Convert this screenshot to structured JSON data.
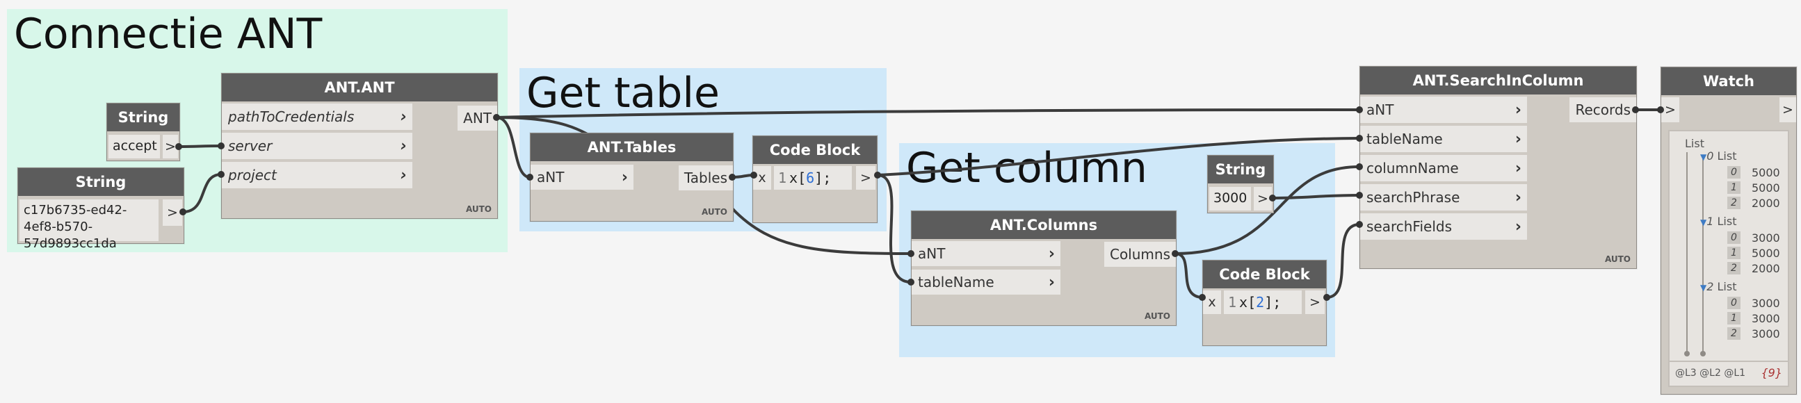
{
  "groups": {
    "connectie": "Connectie ANT",
    "get_table": "Get table",
    "get_column": "Get column"
  },
  "string_accept": {
    "header": "String",
    "value": "accept",
    "arrow": ">"
  },
  "string_guid": {
    "header": "String",
    "value": "c17b6735-ed42-4ef8-b570-57d9893cc1da",
    "arrow": ">"
  },
  "ant_ant": {
    "header": "ANT.ANT",
    "inputs": [
      "pathToCredentials",
      "server",
      "project"
    ],
    "output": "ANT",
    "auto": "AUTO"
  },
  "ant_tables": {
    "header": "ANT.Tables",
    "input": "aNT",
    "output": "Tables",
    "auto": "AUTO"
  },
  "code_block_6": {
    "header": "Code Block",
    "x": "x",
    "line": "1",
    "code_pre": "x[",
    "code_num": "6",
    "code_post": "];",
    "arrow": ">"
  },
  "ant_columns": {
    "header": "ANT.Columns",
    "inputs": [
      "aNT",
      "tableName"
    ],
    "output": "Columns",
    "auto": "AUTO"
  },
  "string_3000": {
    "header": "String",
    "value": "3000",
    "arrow": ">"
  },
  "code_block_2": {
    "header": "Code Block",
    "x": "x",
    "line": "1",
    "code_pre": "x[",
    "code_num": "2",
    "code_post": "];",
    "arrow": ">"
  },
  "ant_search": {
    "header": "ANT.SearchInColumn",
    "inputs": [
      "aNT",
      "tableName",
      "columnName",
      "searchPhrase",
      "searchFields"
    ],
    "output": "Records",
    "auto": "AUTO"
  },
  "watch": {
    "header": "Watch",
    "in_arrow": ">",
    "out_arrow": ">",
    "root": "List",
    "sublists": [
      {
        "index": "0",
        "label": "List",
        "items": [
          {
            "i": "0",
            "v": "5000"
          },
          {
            "i": "1",
            "v": "5000"
          },
          {
            "i": "2",
            "v": "2000"
          }
        ]
      },
      {
        "index": "1",
        "label": "List",
        "items": [
          {
            "i": "0",
            "v": "3000"
          },
          {
            "i": "1",
            "v": "5000"
          },
          {
            "i": "2",
            "v": "2000"
          }
        ]
      },
      {
        "index": "2",
        "label": "List",
        "items": [
          {
            "i": "0",
            "v": "3000"
          },
          {
            "i": "1",
            "v": "3000"
          },
          {
            "i": "2",
            "v": "3000"
          }
        ]
      }
    ],
    "levels": "@L3 @L2 @L1",
    "count": "{9}"
  }
}
